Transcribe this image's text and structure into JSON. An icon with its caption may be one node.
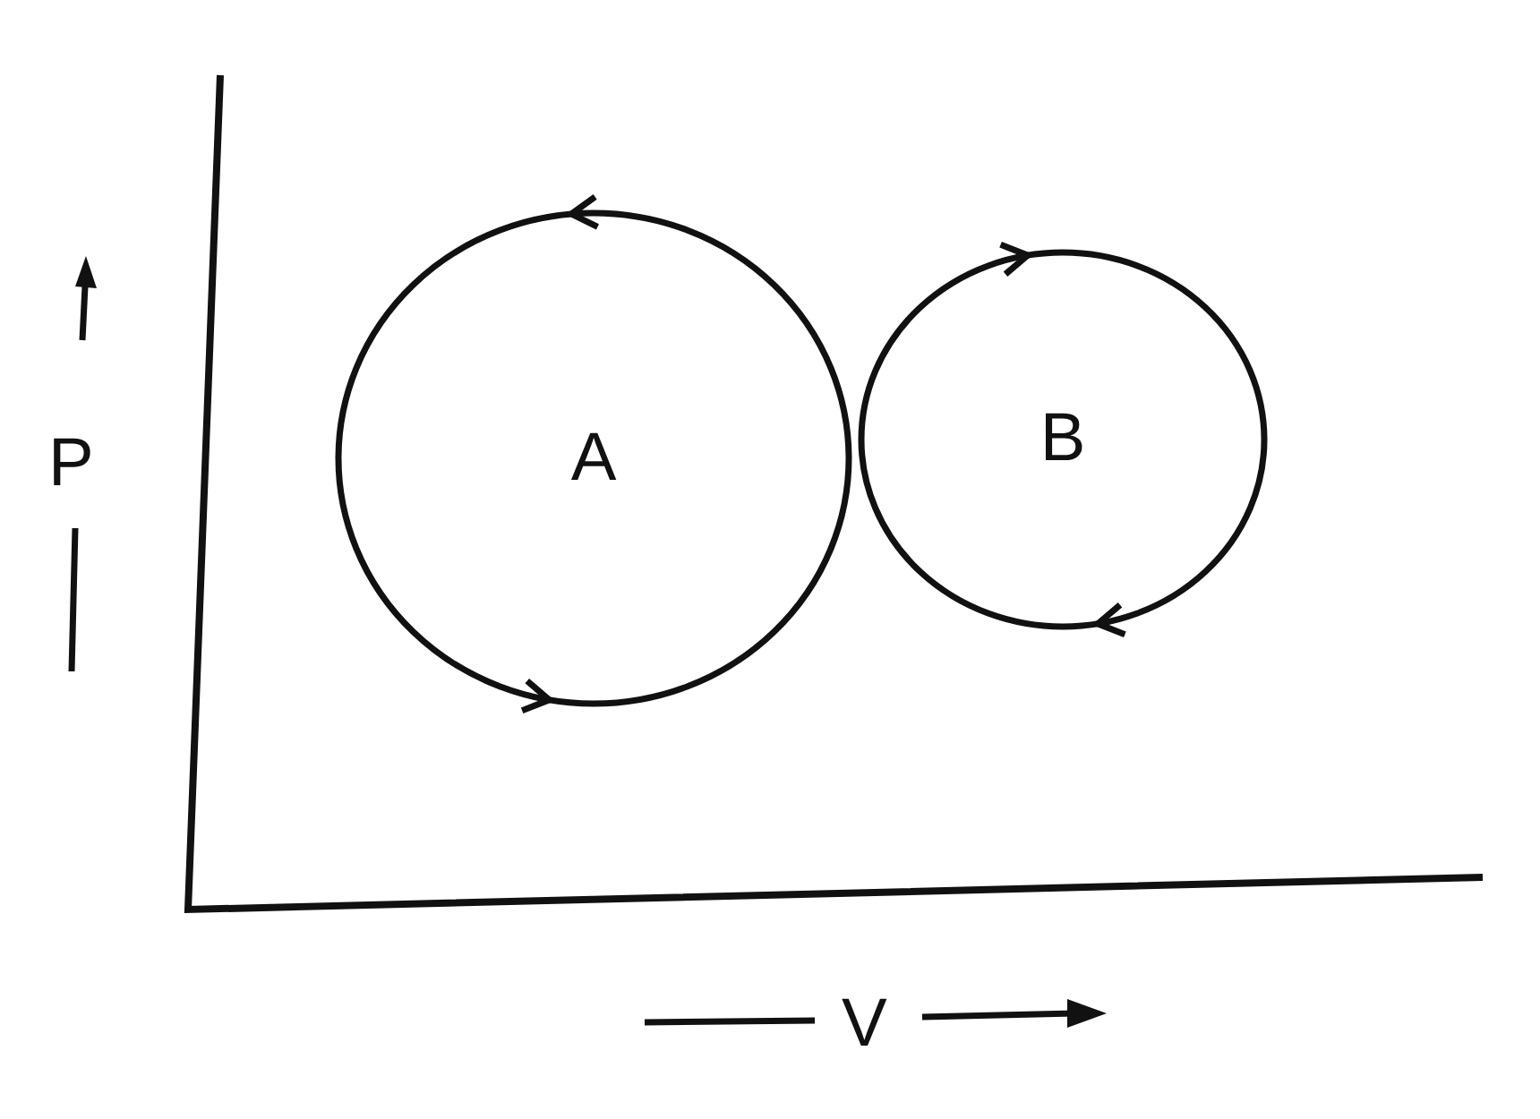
{
  "diagram": {
    "nodes": [
      {
        "text": [
          "A"
        ]
      },
      {
        "text": [
          "B"
        ]
      }
    ],
    "labels": [
      "P",
      "V"
    ]
  }
}
